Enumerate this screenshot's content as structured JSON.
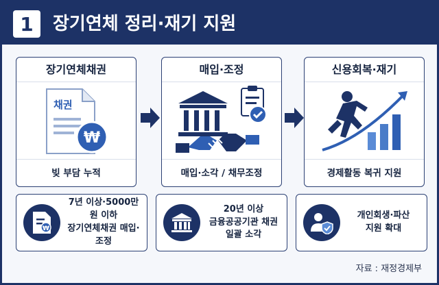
{
  "header": {
    "number": "1",
    "title": "장기연체 정리·재기 지원"
  },
  "steps": [
    {
      "title": "장기연체채권",
      "art_label": "채권",
      "currency": "₩",
      "caption": "빚 부담 누적",
      "icon": "debt-document-icon"
    },
    {
      "title": "매입·조정",
      "caption": "매입·소각 / 채무조정",
      "icon": "bank-handshake-icon"
    },
    {
      "title": "신용회복·재기",
      "caption": "경제활동 복귀 지원",
      "icon": "running-growth-icon"
    }
  ],
  "info": [
    {
      "line1": "7년 이상·5000만원 이하",
      "line2": "장기연체채권 매입·조정",
      "icon": "document-won-icon"
    },
    {
      "line1": "20년 이상",
      "line2": "금융공공기관 채권",
      "line3": "일괄 소각",
      "icon": "bank-icon"
    },
    {
      "line1": "개인회생·파산",
      "line2": "지원 확대",
      "icon": "person-shield-icon"
    }
  ],
  "source": "자료 : 재정경제부",
  "colors": {
    "navy": "#1d3266",
    "accent": "#2f5fb3",
    "light": "#5a8bd6"
  }
}
